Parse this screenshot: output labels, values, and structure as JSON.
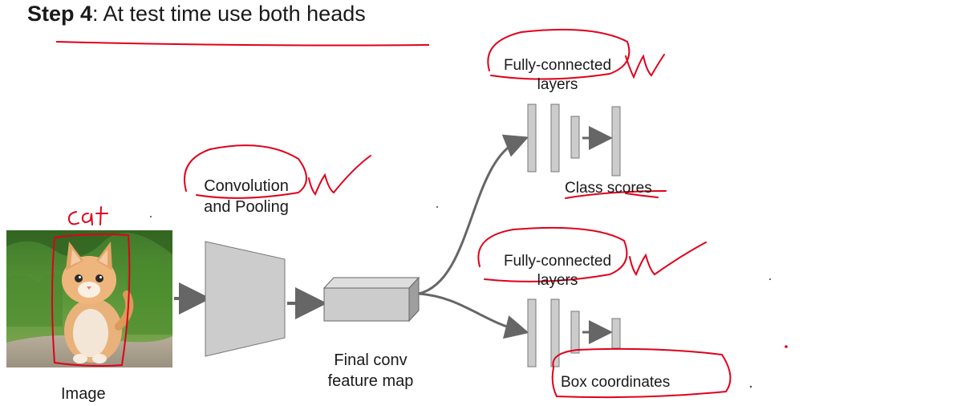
{
  "title": {
    "step": "Step 4",
    "rest": ": At test time use both heads"
  },
  "image": {
    "label": "Image",
    "annotation": "cat"
  },
  "conv": {
    "line1": "Convolution",
    "line2": "and Pooling"
  },
  "feature_map": {
    "line1": "Final conv",
    "line2": "feature map"
  },
  "class_head": {
    "fc_line1": "Fully-connected",
    "fc_line2": "layers",
    "output": "Class scores"
  },
  "box_head": {
    "fc_line1": "Fully-connected",
    "fc_line2": "layers",
    "output": "Box coordinates"
  },
  "colors": {
    "ink": "#e0001b",
    "box_fill": "#cccccc",
    "box_stroke": "#666666",
    "arrow": "#666666"
  }
}
